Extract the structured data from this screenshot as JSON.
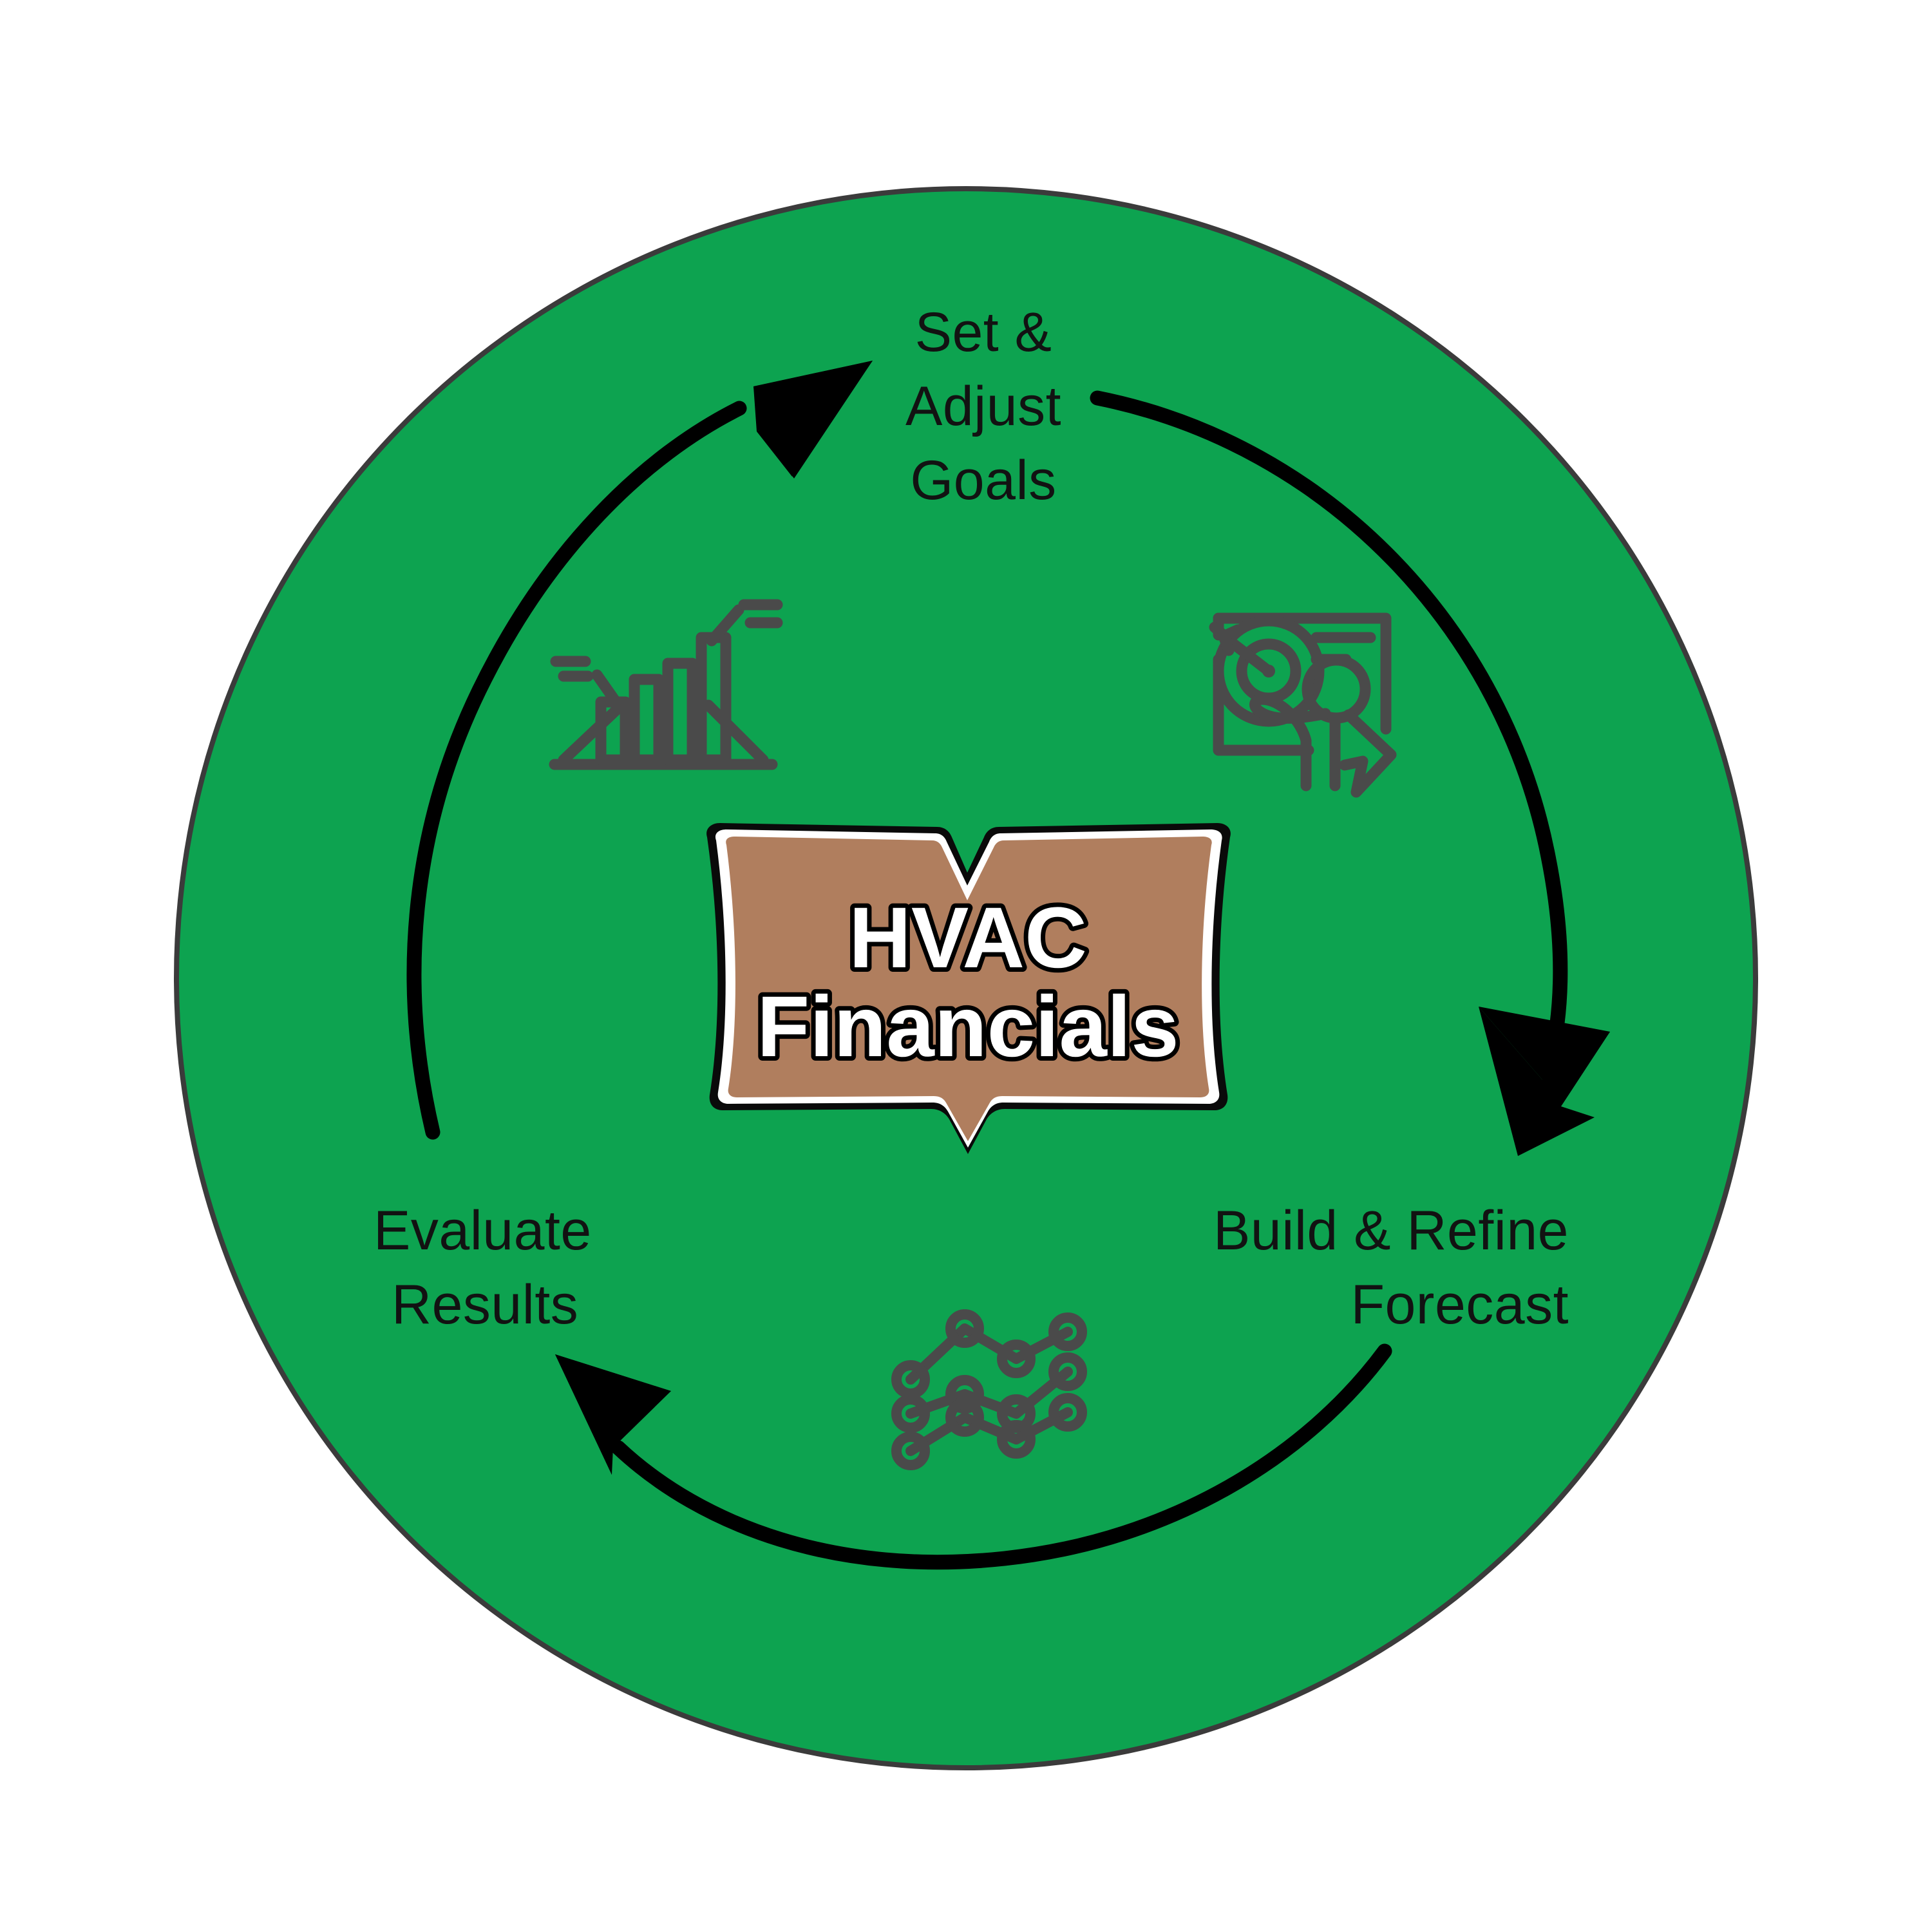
{
  "diagram": {
    "type": "cyclical-process",
    "title": "HVAC Financials",
    "background_color": "#FFFFFF",
    "wheel_color": "#0DA350",
    "wheel_outline_color": "#3B3B3B",
    "arrow_color": "#000000",
    "icon_color": "#4A4A4A",
    "badge": {
      "line1": "HVAC",
      "line2": "Financials",
      "fill_color": "#B07E5E",
      "border_color": "#FFFFFF",
      "outline_color": "#000000",
      "text_color": "#FFFFFF",
      "text_outline_color": "#000000"
    },
    "steps": [
      {
        "id": "set-adjust-goals",
        "label_lines": [
          "Set &",
          "Adjust",
          "Goals"
        ],
        "label_text": "Set & Adjust Goals",
        "align": "center",
        "icon": "presentation-target-icon",
        "order": 1
      },
      {
        "id": "build-refine-forecast",
        "label_lines": [
          "Build & Refine",
          "Forecast"
        ],
        "label_text": "Build & Refine Forecast",
        "align": "right",
        "icon": "multi-line-chart-icon",
        "order": 2
      },
      {
        "id": "evaluate-results",
        "label_lines": [
          "Evaluate",
          "Results"
        ],
        "label_text": "Evaluate Results",
        "align": "left",
        "icon": "growth-bar-chart-icon",
        "order": 3
      }
    ],
    "arrows": [
      {
        "id": "arrow-goals-to-forecast",
        "from": "set-adjust-goals",
        "to": "build-refine-forecast"
      },
      {
        "id": "arrow-forecast-to-evaluate",
        "from": "build-refine-forecast",
        "to": "evaluate-results"
      },
      {
        "id": "arrow-evaluate-to-goals",
        "from": "evaluate-results",
        "to": "set-adjust-goals"
      }
    ]
  }
}
